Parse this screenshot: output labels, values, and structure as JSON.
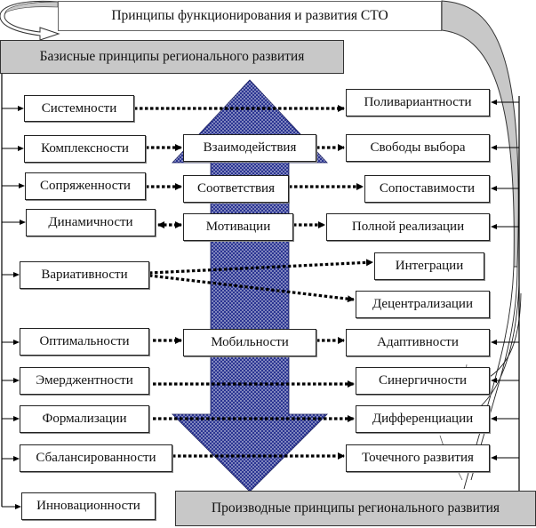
{
  "title": "Принципы функционирования и развития СТО",
  "base_header": "Базисные принципы регионального развития",
  "derived_header": "Производные принципы регионального развития",
  "colors": {
    "arrow_fill": "#2b3592",
    "header_fill": "#c8c8c8",
    "connector": "#000000"
  },
  "left_column": [
    "Системности",
    "Комплексности",
    "Сопряженности",
    "Динамичности",
    "Вариативности",
    "Оптимальности",
    "Эмерджентности",
    "Формализации",
    "Сбалансированности",
    "Инновационности"
  ],
  "middle_column": [
    "Взаимодействия",
    "Соответствия",
    "Мотивации",
    "Мобильности"
  ],
  "right_column": [
    "Поливариантности",
    "Свободы выбора",
    "Сопоставимости",
    "Полной реализации",
    "Интеграции",
    "Децентрализации",
    "Адаптивности",
    "Синергичности",
    "Дифференциации",
    "Точечного развития"
  ],
  "connections": [
    {
      "from": "Системности",
      "to": "Поливариантности"
    },
    {
      "from": "Комплексности",
      "to": "Взаимодействия"
    },
    {
      "from": "Взаимодействия",
      "to": "Свободы выбора"
    },
    {
      "from": "Сопряженности",
      "to": "Соответствия"
    },
    {
      "from": "Соответствия",
      "to": "Сопоставимости"
    },
    {
      "from": "Динамичности",
      "to": "Мотивации",
      "bidirectional": true
    },
    {
      "from": "Мотивации",
      "to": "Полной реализации"
    },
    {
      "from": "Вариативности",
      "to": "Интеграции"
    },
    {
      "from": "Вариативности",
      "to": "Децентрализации"
    },
    {
      "from": "Оптимальности",
      "to": "Мобильности"
    },
    {
      "from": "Мобильности",
      "to": "Адаптивности"
    },
    {
      "from": "Эмерджентности",
      "to": "Синергичности"
    },
    {
      "from": "Формализации",
      "to": "Дифференциации"
    },
    {
      "from": "Сбалансированности",
      "to": "Точечного развития"
    }
  ]
}
